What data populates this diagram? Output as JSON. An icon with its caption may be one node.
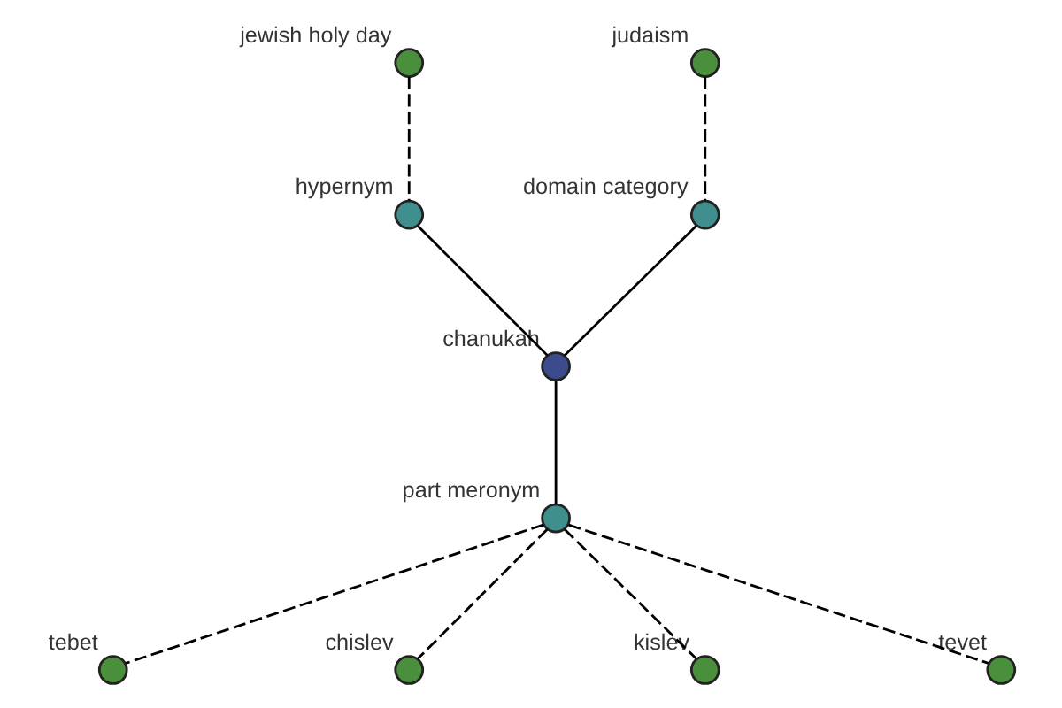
{
  "diagram": {
    "nodes": [
      {
        "text": [
          "jewish holy day"
        ]
      },
      {
        "text": [
          "judaism"
        ]
      },
      {
        "text": [
          "hypernym"
        ]
      },
      {
        "text": [
          "domain category"
        ]
      },
      {
        "text": [
          "chanukah"
        ]
      },
      {
        "text": [
          "part meronym"
        ]
      },
      {
        "text": [
          "tebet"
        ]
      },
      {
        "text": [
          "chislev"
        ]
      },
      {
        "text": [
          "kislev"
        ]
      },
      {
        "text": [
          "tevet"
        ]
      }
    ],
    "edges": [
      {
        "from": 0,
        "to": 2,
        "arrow": "none",
        "style": "dashed"
      },
      {
        "from": 1,
        "to": 3,
        "arrow": "none",
        "style": "dashed"
      },
      {
        "from": 2,
        "to": 4,
        "arrow": "none"
      },
      {
        "from": 3,
        "to": 4,
        "arrow": "none"
      },
      {
        "from": 4,
        "to": 5,
        "arrow": "none"
      },
      {
        "from": 5,
        "to": 6,
        "arrow": "none",
        "style": "dashed"
      },
      {
        "from": 5,
        "to": 7,
        "arrow": "none",
        "style": "dashed"
      },
      {
        "from": 5,
        "to": 8,
        "arrow": "none",
        "style": "dashed"
      },
      {
        "from": 5,
        "to": 9,
        "arrow": "none",
        "style": "dashed"
      }
    ]
  }
}
